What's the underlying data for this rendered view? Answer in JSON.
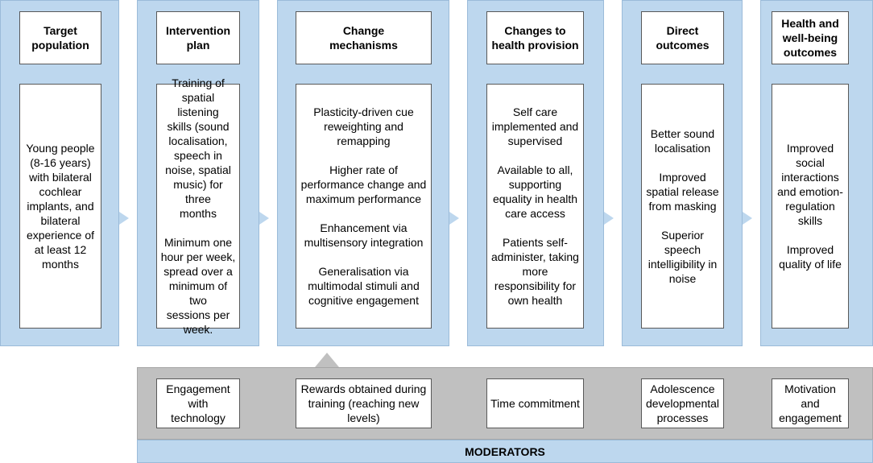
{
  "columns": [
    {
      "head": "Target\npopulation",
      "body": "Young people\n(8-16 years)\nwith bilateral\ncochlear\nimplants,  and\nbilateral\nexperience of\nat least 12\nmonths"
    },
    {
      "head": "Intervention\nplan",
      "body": "Training of\nspatial listening\nskills (sound\nlocalisation,\nspeech in\nnoise, spatial\nmusic) for three\nmonths\n\nMinimum one\nhour per week,\nspread over a\nminimum of two\nsessions per\nweek."
    },
    {
      "head": "Change\nmechanisms",
      "body": "Plasticity-driven cue\nreweighting and\nremapping\n\nHigher rate of\nperformance change and\nmaximum performance\n\nEnhancement via\nmultisensory integration\n\nGeneralisation via\nmultimodal stimuli and\ncognitive engagement"
    },
    {
      "head": "Changes to\nhealth provision",
      "body": "Self care\nimplemented and\nsupervised\n\nAvailable to all,\nsupporting\nequality in health\ncare access\n\nPatients self-\nadminister, taking\nmore\nresponsibility  for\nown health"
    },
    {
      "head": "Direct\noutcomes",
      "body": "Better sound\nlocalisation\n\nImproved\nspatial release\nfrom masking\n\nSuperior\nspeech\nintelligibility in\nnoise"
    },
    {
      "head": "Health and\nwell-being\noutcomes",
      "body": "Improved\nsocial\ninteractions\nand emotion-\nregulation\nskills\n\nImproved\nquality of life"
    }
  ],
  "moderators": {
    "label": "MODERATORS",
    "items": [
      "Engagement\nwith technology",
      "Rewards obtained during\ntraining (reaching new\nlevels)",
      "Time commitment",
      "Adolescence\ndevelopmental\nprocesses",
      "Motivation and\nengagement"
    ]
  },
  "colors": {
    "column_fill": "#bdd7ee",
    "moderator_fill": "#c0c0c0",
    "box_border": "#595959"
  }
}
